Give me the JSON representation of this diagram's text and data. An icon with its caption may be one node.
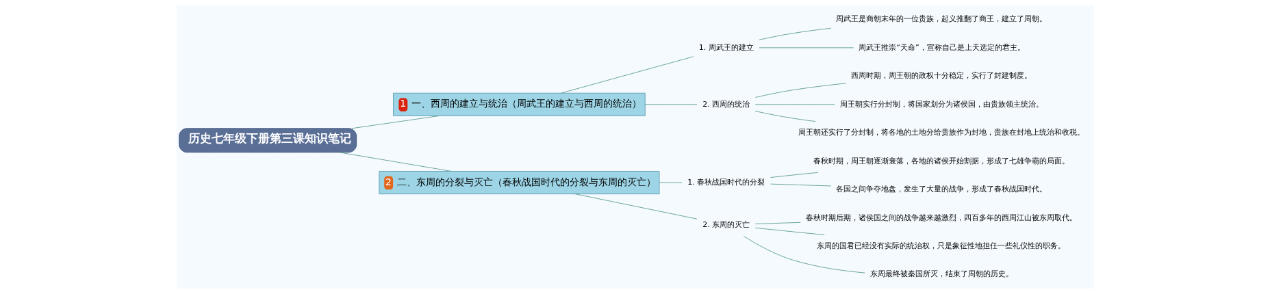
{
  "diagram": {
    "nodes": [
      {
        "text": [
          "历史七年级下册第三课知识笔记"
        ]
      },
      {
        "text": [
          "1",
          "一、西周的建立与统治（周武王的建立与西周的统治）"
        ]
      },
      {
        "text": [
          "1. 周武王的建立"
        ]
      },
      {
        "text": [
          "周武王是商朝末年的一位贵族，起义推翻了商王，建立了周朝。"
        ]
      },
      {
        "text": [
          "周武王推崇“天命”，宣称自己是上天选定的君主。"
        ]
      },
      {
        "text": [
          "2. 西周的统治"
        ]
      },
      {
        "text": [
          "西周时期，周王朝的政权十分稳定，实行了封建制度。"
        ]
      },
      {
        "text": [
          "周王朝实行分封制，将国家划分为诸侯国，由贵族领主统治。"
        ]
      },
      {
        "text": [
          "周王朝还实行了分封制，将各地的土地分给贵族作为封地，贵族在封地上统治和收税。"
        ]
      },
      {
        "text": [
          "2",
          "二、东周的分裂与灭亡（春秋战国时代的分裂与东周的灭亡）"
        ]
      },
      {
        "text": [
          "1. 春秋战国时代的分裂"
        ]
      },
      {
        "text": [
          "春秋时期，周王朝逐渐衰落，各地的诸侯开始割据，形成了七雄争霸的局面。"
        ]
      },
      {
        "text": [
          "各国之间争夺地盘，发生了大量的战争，形成了春秋战国时代。"
        ]
      },
      {
        "text": [
          "2. 东周的灭亡"
        ]
      },
      {
        "text": [
          "春秋时期后期，诸侯国之间的战争越来越激烈，四百多年的西周江山被东周取代。"
        ]
      },
      {
        "text": [
          "东周的国君已经没有实际的统治权，只是象征性地担任一些礼仪性的职务。"
        ]
      },
      {
        "text": [
          "东周最终被秦国所灭，结束了周朝的历史。"
        ]
      }
    ],
    "edges": [
      {
        "from": 0,
        "to": 1,
        "arrow": "none"
      },
      {
        "from": 1,
        "to": 2,
        "arrow": "none"
      },
      {
        "from": 2,
        "to": 3,
        "arrow": "none"
      },
      {
        "from": 2,
        "to": 4,
        "arrow": "none"
      },
      {
        "from": 1,
        "to": 5,
        "arrow": "none"
      },
      {
        "from": 5,
        "to": 6,
        "arrow": "none"
      },
      {
        "from": 5,
        "to": 7,
        "arrow": "none"
      },
      {
        "from": 5,
        "to": 8,
        "arrow": "none"
      },
      {
        "from": 0,
        "to": 9,
        "arrow": "none"
      },
      {
        "from": 9,
        "to": 10,
        "arrow": "none"
      },
      {
        "from": 10,
        "to": 11,
        "arrow": "none"
      },
      {
        "from": 10,
        "to": 12,
        "arrow": "none"
      },
      {
        "from": 9,
        "to": 13,
        "arrow": "none"
      },
      {
        "from": 13,
        "to": 14,
        "arrow": "none"
      },
      {
        "from": 13,
        "to": 15,
        "arrow": "none"
      },
      {
        "from": 13,
        "to": 16,
        "arrow": "none"
      }
    ]
  }
}
